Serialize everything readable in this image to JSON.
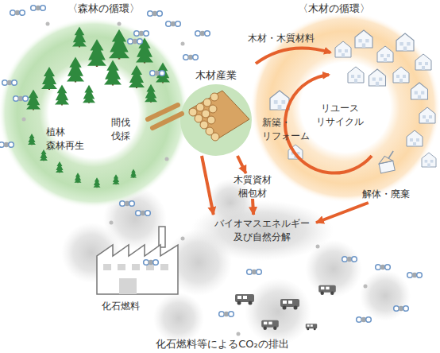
{
  "diagram": {
    "caption": "化石燃料等によるCO₂の排出",
    "nodes": [
      {
        "text": [
          "〈森林の循環〉",
          "植林 森林再生",
          "間伐 伐採"
        ]
      },
      {
        "text": [
          "木材産業"
        ]
      },
      {
        "text": [
          "〈木材の循環〉",
          "木材・木質材料",
          "新築・ リフォーム",
          "リユース リサイクル",
          "解体・廃棄"
        ]
      },
      {
        "text": [
          "木質資材 梱包材"
        ]
      },
      {
        "text": [
          "バイオマスエネルギー 及び自然分解"
        ]
      }
    ],
    "edges": [
      {
        "from": 1,
        "to": 3,
        "arrow": "to"
      },
      {
        "from": 1,
        "to": 4,
        "arrow": "to"
      },
      {
        "from": 3,
        "to": 4,
        "arrow": "to"
      },
      {
        "from": 2,
        "to": 4,
        "arrow": "to"
      }
    ],
    "labels": [
      "化石燃料"
    ]
  }
}
